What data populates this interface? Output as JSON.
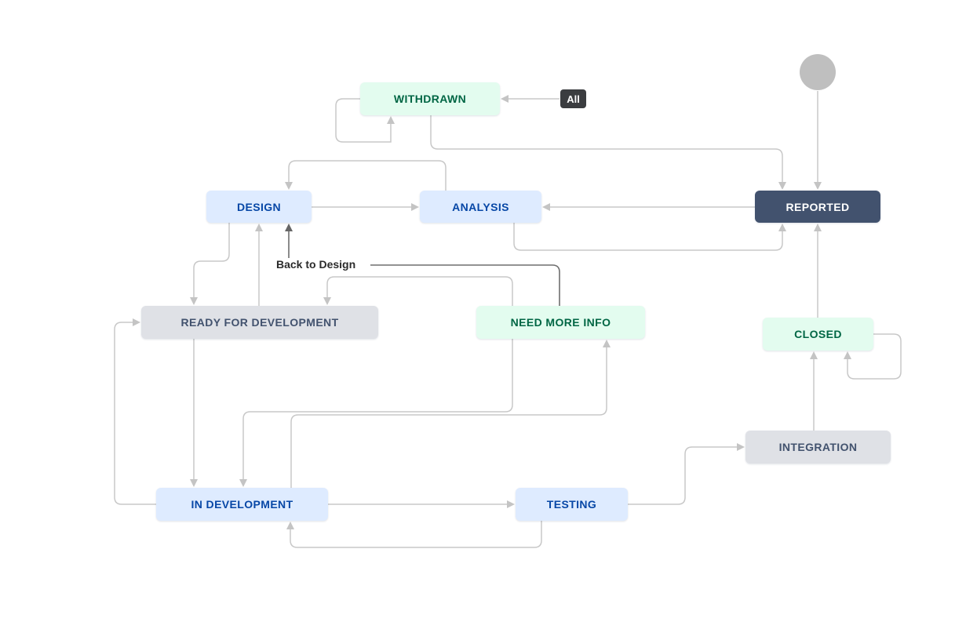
{
  "diagram": {
    "type": "workflow",
    "nodes": [
      {
        "id": "withdrawn",
        "label": "WITHDRAWN",
        "variant": "green"
      },
      {
        "id": "design",
        "label": "DESIGN",
        "variant": "blue"
      },
      {
        "id": "analysis",
        "label": "ANALYSIS",
        "variant": "blue"
      },
      {
        "id": "reported",
        "label": "REPORTED",
        "variant": "dark"
      },
      {
        "id": "ready_for_development",
        "label": "READY FOR DEVELOPMENT",
        "variant": "gray"
      },
      {
        "id": "need_more_info",
        "label": "NEED MORE INFO",
        "variant": "green"
      },
      {
        "id": "closed",
        "label": "CLOSED",
        "variant": "green"
      },
      {
        "id": "integration",
        "label": "INTEGRATION",
        "variant": "gray"
      },
      {
        "id": "in_development",
        "label": "IN DEVELOPMENT",
        "variant": "blue"
      },
      {
        "id": "testing",
        "label": "TESTING",
        "variant": "blue"
      }
    ],
    "start_node": {
      "shape": "circle",
      "meaning": "initial-state"
    },
    "global_transition_badge": "All",
    "transition_labels": {
      "back_to_design": "Back to Design"
    },
    "edges": [
      {
        "from": "start",
        "to": "reported"
      },
      {
        "from": "all-global",
        "to": "withdrawn",
        "label": "All"
      },
      {
        "from": "withdrawn",
        "to": "withdrawn"
      },
      {
        "from": "withdrawn",
        "to": "reported"
      },
      {
        "from": "analysis",
        "to": "design"
      },
      {
        "from": "design",
        "to": "analysis"
      },
      {
        "from": "reported",
        "to": "analysis"
      },
      {
        "from": "analysis",
        "to": "reported"
      },
      {
        "from": "closed",
        "to": "reported"
      },
      {
        "from": "design",
        "to": "ready_for_development"
      },
      {
        "from": "ready_for_development",
        "to": "design"
      },
      {
        "from": "need_more_info",
        "to": "design",
        "label": "Back to Design"
      },
      {
        "from": "need_more_info",
        "to": "ready_for_development"
      },
      {
        "from": "need_more_info",
        "to": "in_development"
      },
      {
        "from": "in_development",
        "to": "need_more_info"
      },
      {
        "from": "ready_for_development",
        "to": "in_development"
      },
      {
        "from": "in_development",
        "to": "ready_for_development"
      },
      {
        "from": "in_development",
        "to": "testing"
      },
      {
        "from": "testing",
        "to": "in_development"
      },
      {
        "from": "testing",
        "to": "integration"
      },
      {
        "from": "integration",
        "to": "closed"
      },
      {
        "from": "closed",
        "to": "closed"
      }
    ],
    "colors": {
      "canvas_bg": "#ffffff",
      "connector": "#c8c8c8",
      "connector_dark": "#6e6e6e",
      "status_green_bg": "#e3fcef",
      "status_green_text": "#006644",
      "status_blue_bg": "#deebff",
      "status_blue_text": "#0747a6",
      "status_gray_bg": "#dfe1e6",
      "status_gray_text": "#42526e",
      "status_dark_bg": "#42526e",
      "status_dark_text": "#ffffff",
      "all_badge_bg": "#3b3d40",
      "all_badge_text": "#ffffff",
      "start_circle_fill": "#bfbfbf"
    }
  }
}
